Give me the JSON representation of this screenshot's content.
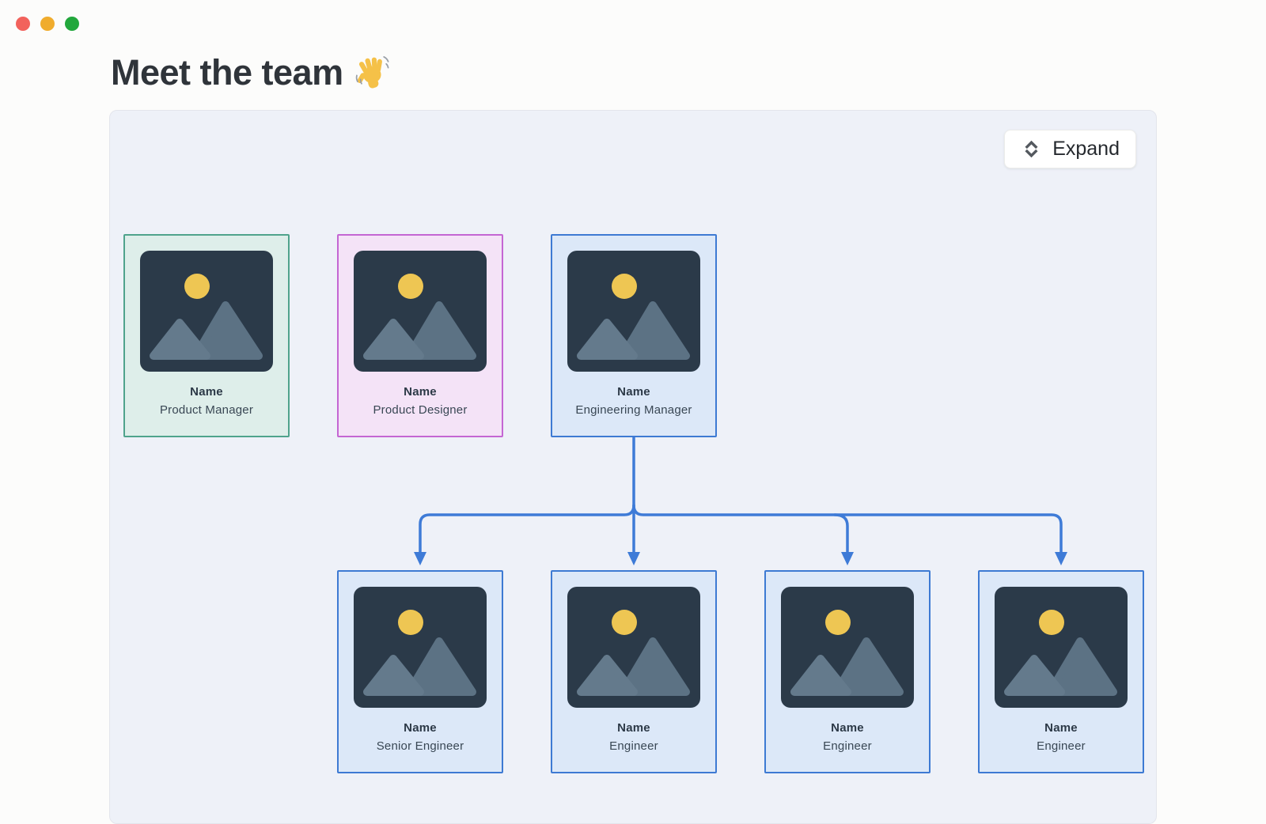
{
  "window": {
    "controls": [
      {
        "name": "close",
        "color": "#f2625c"
      },
      {
        "name": "minimize",
        "color": "#f0ac2d"
      },
      {
        "name": "zoom",
        "color": "#22a73c"
      }
    ]
  },
  "page": {
    "title": "Meet the team",
    "emoji": "waving-hand"
  },
  "board": {
    "expand_button": {
      "label": "Expand",
      "icon": "unfold-vertical-chevrons"
    },
    "nodes": [
      {
        "name": "Name",
        "role": "Product Manager",
        "theme": "green"
      },
      {
        "name": "Name",
        "role": "Product Designer",
        "theme": "purple"
      },
      {
        "name": "Name",
        "role": "Engineering Manager",
        "theme": "blue"
      },
      {
        "name": "Name",
        "role": "Senior Engineer",
        "theme": "blue"
      },
      {
        "name": "Name",
        "role": "Engineer",
        "theme": "blue"
      },
      {
        "name": "Name",
        "role": "Engineer",
        "theme": "blue"
      },
      {
        "name": "Name",
        "role": "Engineer",
        "theme": "blue"
      }
    ],
    "edges": [
      {
        "from": "Engineering Manager",
        "to": "Senior Engineer"
      },
      {
        "from": "Engineering Manager",
        "to": "Engineer"
      },
      {
        "from": "Engineering Manager",
        "to": "Engineer"
      },
      {
        "from": "Engineering Manager",
        "to": "Engineer"
      }
    ]
  },
  "colors": {
    "board_bg": "#eef1f8",
    "connector": "#3e7bd7",
    "card_green_bg": "#deeeea",
    "card_green_border": "#4fa38c",
    "card_purple_bg": "#f4e3f7",
    "card_purple_border": "#c466d3",
    "card_blue_bg": "#dce8f8",
    "card_blue_border": "#3d7ad3",
    "photo_bg": "#2b3a49",
    "photo_sun": "#eec653",
    "photo_mountain_left": "#647a8c",
    "photo_mountain_right": "#5c7284"
  }
}
